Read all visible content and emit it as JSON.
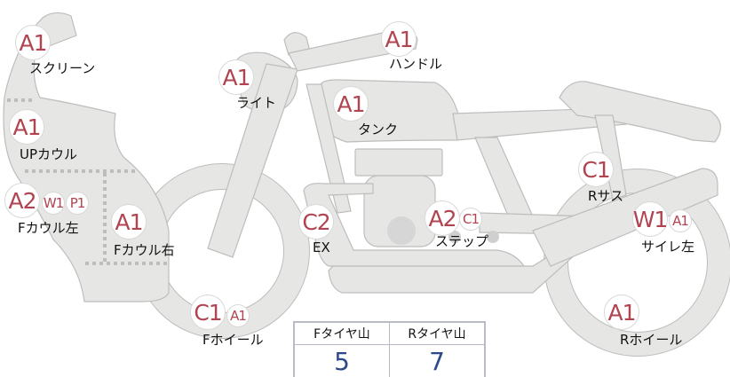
{
  "colors": {
    "badge_text": "#b04450",
    "part_fill": "#e6e6e4",
    "part_stroke": "#bdbdbd",
    "tire_value": "#2c4a8a"
  },
  "parts": [
    {
      "id": "screen",
      "label": "スクリーン",
      "badges": [
        "A1"
      ]
    },
    {
      "id": "light",
      "label": "ライト",
      "badges": [
        "A1"
      ]
    },
    {
      "id": "handle",
      "label": "ハンドル",
      "badges": [
        "A1"
      ]
    },
    {
      "id": "tank",
      "label": "タンク",
      "badges": [
        "A1"
      ]
    },
    {
      "id": "up-cowl",
      "label": "UPカウル",
      "badges": [
        "A1"
      ]
    },
    {
      "id": "r-sus",
      "label": "Rサス",
      "badges": [
        "C1"
      ]
    },
    {
      "id": "f-cowl-left",
      "label": "Fカウル左",
      "badges": [
        "A2",
        "W1",
        "P1"
      ]
    },
    {
      "id": "f-cowl-right",
      "label": "Fカウル右",
      "badges": [
        "A1"
      ]
    },
    {
      "id": "ex",
      "label": "EX",
      "badges": [
        "C2"
      ]
    },
    {
      "id": "step",
      "label": "ステップ",
      "badges": [
        "A2",
        "C1"
      ]
    },
    {
      "id": "silencer-left",
      "label": "サイレ左",
      "badges": [
        "W1",
        "A1"
      ]
    },
    {
      "id": "f-wheel",
      "label": "Fホイール",
      "badges": [
        "C1",
        "A1"
      ]
    },
    {
      "id": "r-wheel",
      "label": "Rホイール",
      "badges": [
        "A1"
      ]
    }
  ],
  "tire_tread": {
    "headers": [
      "Fタイヤ山",
      "Rタイヤ山"
    ],
    "values": [
      "5",
      "7"
    ]
  }
}
